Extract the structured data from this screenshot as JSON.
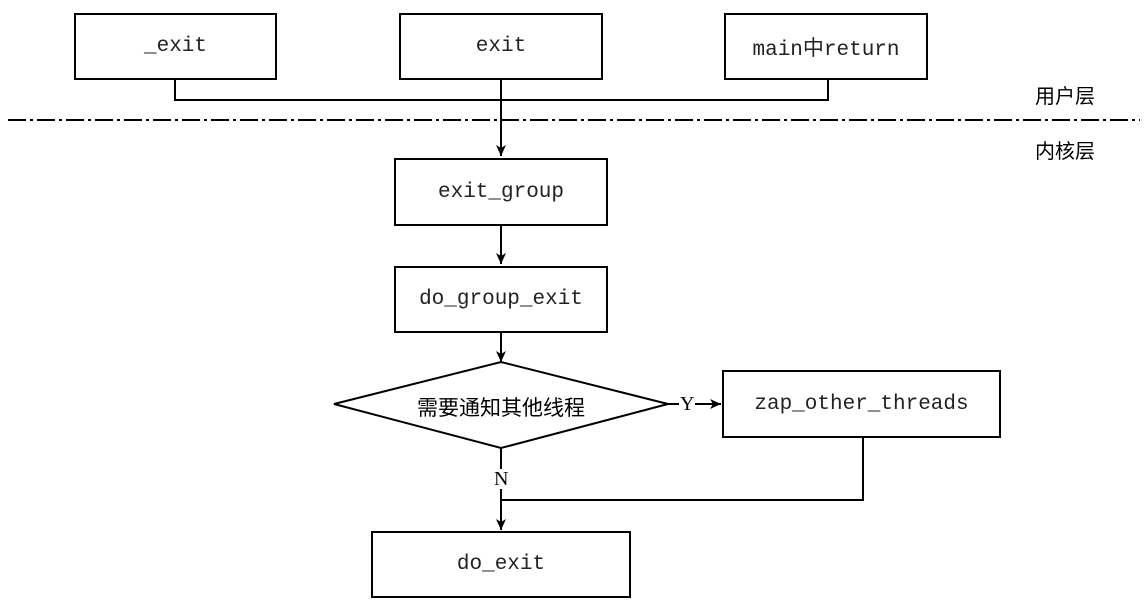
{
  "layers": {
    "user": "用户层",
    "kernel": "内核层"
  },
  "nodes": {
    "underscore_exit": "_exit",
    "exit": "exit",
    "main_return": "main中return",
    "exit_group": "exit_group",
    "do_group_exit": "do_group_exit",
    "decision": "需要通知其他线程",
    "zap_other_threads": "zap_other_threads",
    "do_exit": "do_exit"
  },
  "branches": {
    "yes": "Y",
    "no": "N"
  }
}
